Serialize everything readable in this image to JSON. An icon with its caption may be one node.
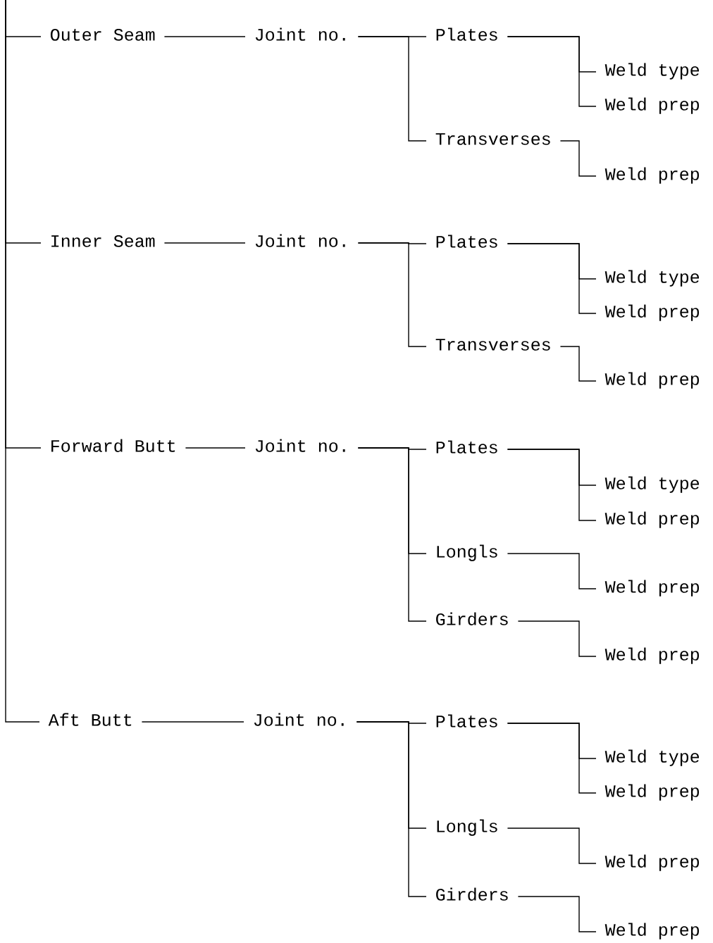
{
  "diagram": {
    "nodes": [
      {
        "text": [
          "Outer Seam"
        ]
      },
      {
        "text": [
          "Joint no."
        ]
      },
      {
        "text": [
          "Plates"
        ]
      },
      {
        "text": [
          "Weld type"
        ]
      },
      {
        "text": [
          "Weld prep"
        ]
      },
      {
        "text": [
          "Transverses"
        ]
      },
      {
        "text": [
          "Weld prep"
        ]
      },
      {
        "text": [
          "Inner Seam"
        ]
      },
      {
        "text": [
          "Joint no."
        ]
      },
      {
        "text": [
          "Plates"
        ]
      },
      {
        "text": [
          "Weld type"
        ]
      },
      {
        "text": [
          "Weld prep"
        ]
      },
      {
        "text": [
          "Transverses"
        ]
      },
      {
        "text": [
          "Weld prep"
        ]
      },
      {
        "text": [
          "Forward Butt"
        ]
      },
      {
        "text": [
          "Joint no."
        ]
      },
      {
        "text": [
          "Plates"
        ]
      },
      {
        "text": [
          "Weld type"
        ]
      },
      {
        "text": [
          "Weld prep"
        ]
      },
      {
        "text": [
          "Longls"
        ]
      },
      {
        "text": [
          "Weld prep"
        ]
      },
      {
        "text": [
          "Girders"
        ]
      },
      {
        "text": [
          "Weld prep"
        ]
      },
      {
        "text": [
          "Aft Butt"
        ]
      },
      {
        "text": [
          "Joint no."
        ]
      },
      {
        "text": [
          "Plates"
        ]
      },
      {
        "text": [
          "Weld type"
        ]
      },
      {
        "text": [
          "Weld prep"
        ]
      },
      {
        "text": [
          "Longls"
        ]
      },
      {
        "text": [
          "Weld prep"
        ]
      },
      {
        "text": [
          "Girders"
        ]
      },
      {
        "text": [
          "Weld prep"
        ]
      }
    ],
    "edges": [
      {
        "from": null,
        "to": 0,
        "arrow": "none"
      },
      {
        "from": 0,
        "to": 1,
        "arrow": "none"
      },
      {
        "from": 1,
        "to": 2,
        "arrow": "none"
      },
      {
        "from": 2,
        "to": 3,
        "arrow": "none"
      },
      {
        "from": 2,
        "to": 4,
        "arrow": "none"
      },
      {
        "from": 1,
        "to": 5,
        "arrow": "none"
      },
      {
        "from": 5,
        "to": 6,
        "arrow": "none"
      },
      {
        "from": null,
        "to": 7,
        "arrow": "none"
      },
      {
        "from": 7,
        "to": 8,
        "arrow": "none"
      },
      {
        "from": 8,
        "to": 9,
        "arrow": "none"
      },
      {
        "from": 9,
        "to": 10,
        "arrow": "none"
      },
      {
        "from": 9,
        "to": 11,
        "arrow": "none"
      },
      {
        "from": 8,
        "to": 12,
        "arrow": "none"
      },
      {
        "from": 12,
        "to": 13,
        "arrow": "none"
      },
      {
        "from": null,
        "to": 14,
        "arrow": "none"
      },
      {
        "from": 14,
        "to": 15,
        "arrow": "none"
      },
      {
        "from": 15,
        "to": 16,
        "arrow": "none"
      },
      {
        "from": 16,
        "to": 17,
        "arrow": "none"
      },
      {
        "from": 16,
        "to": 18,
        "arrow": "none"
      },
      {
        "from": 15,
        "to": 19,
        "arrow": "none"
      },
      {
        "from": 19,
        "to": 20,
        "arrow": "none"
      },
      {
        "from": 15,
        "to": 21,
        "arrow": "none"
      },
      {
        "from": 21,
        "to": 22,
        "arrow": "none"
      },
      {
        "from": null,
        "to": 23,
        "arrow": "none"
      },
      {
        "from": 23,
        "to": 24,
        "arrow": "none"
      },
      {
        "from": 24,
        "to": 25,
        "arrow": "none"
      },
      {
        "from": 25,
        "to": 26,
        "arrow": "none"
      },
      {
        "from": 25,
        "to": 27,
        "arrow": "none"
      },
      {
        "from": 24,
        "to": 28,
        "arrow": "none"
      },
      {
        "from": 28,
        "to": 29,
        "arrow": "none"
      },
      {
        "from": 24,
        "to": 30,
        "arrow": "none"
      },
      {
        "from": 30,
        "to": 31,
        "arrow": "none"
      }
    ]
  }
}
